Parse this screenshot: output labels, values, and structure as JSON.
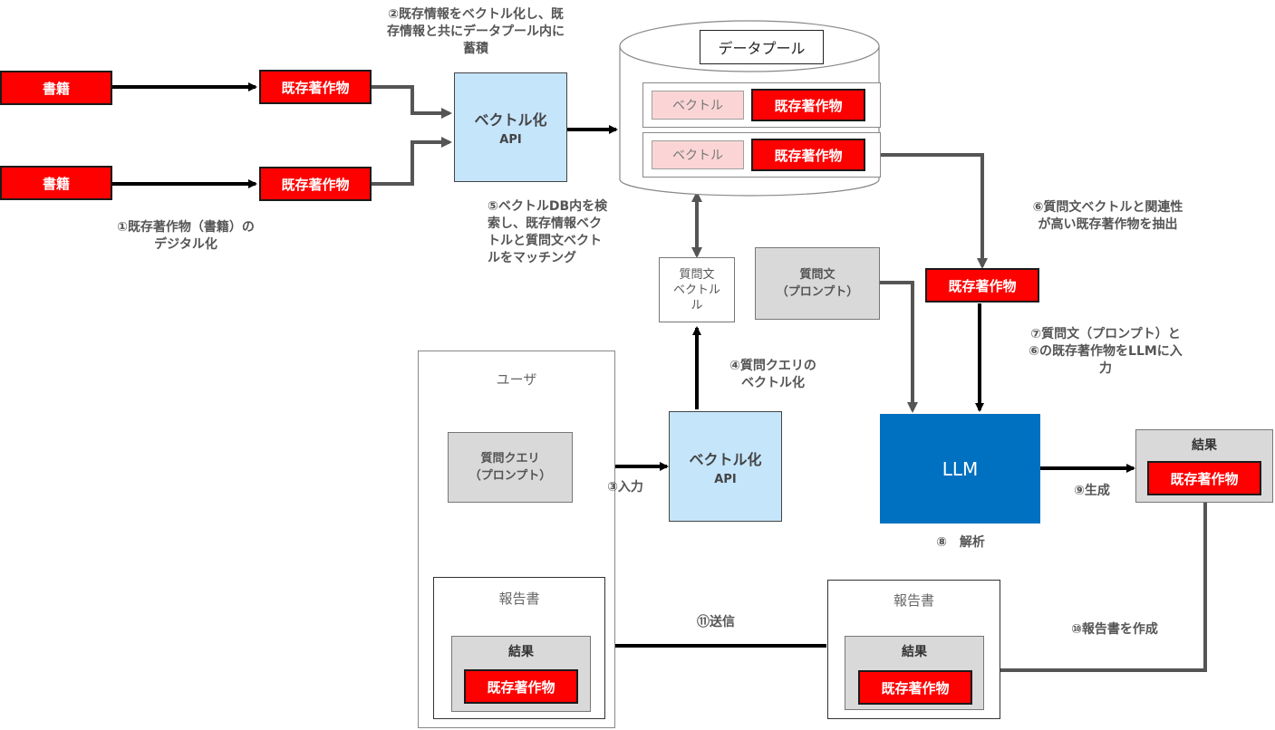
{
  "books": [
    "書籍",
    "書籍"
  ],
  "works": "既存著作物",
  "vector": "ベクトル",
  "api": {
    "line1": "ベクトル化",
    "line2": "API"
  },
  "datapool": {
    "title": "データプール"
  },
  "query_vector": "質問文\nベクトル\nル",
  "question_prompt": "質問文\n（プロンプト）",
  "user": {
    "label": "ユーザ",
    "query": "質問クエリ\n（プロンプト）",
    "report_title": "報告書",
    "result_title": "結果"
  },
  "llm": "LLM",
  "result_box": {
    "title": "結果"
  },
  "report_box": {
    "title": "報告書",
    "result_title": "結果"
  },
  "steps": {
    "s1": "①既存著作物（書籍）の\nデジタル化",
    "s2": "②既存情報をベクトル化し、既\n存情報と共にデータプール内に\n蓄積",
    "s3": "③入力",
    "s4": "④質問クエリの\nベクトル化",
    "s5": "⑤ベクトルDB内を検\n索し、既存情報ベク\nトルと質問文ベクト\nルをマッチング",
    "s6": "⑥質問文ベクトルと関連性\nが高い既存著作物を抽出",
    "s7": "⑦質問文（プロンプト）と\n⑥の既存著作物をLLMに入\n力",
    "s8": "⑧　解析",
    "s9": "⑨生成",
    "s10": "⑩報告書を作成",
    "s11": "⑪送信"
  },
  "colors": {
    "red": "#ff0000",
    "blue": "#c5e5fb",
    "llm": "#0070c0",
    "gray": "#d9d9d9",
    "pink": "#fbd5d5"
  }
}
